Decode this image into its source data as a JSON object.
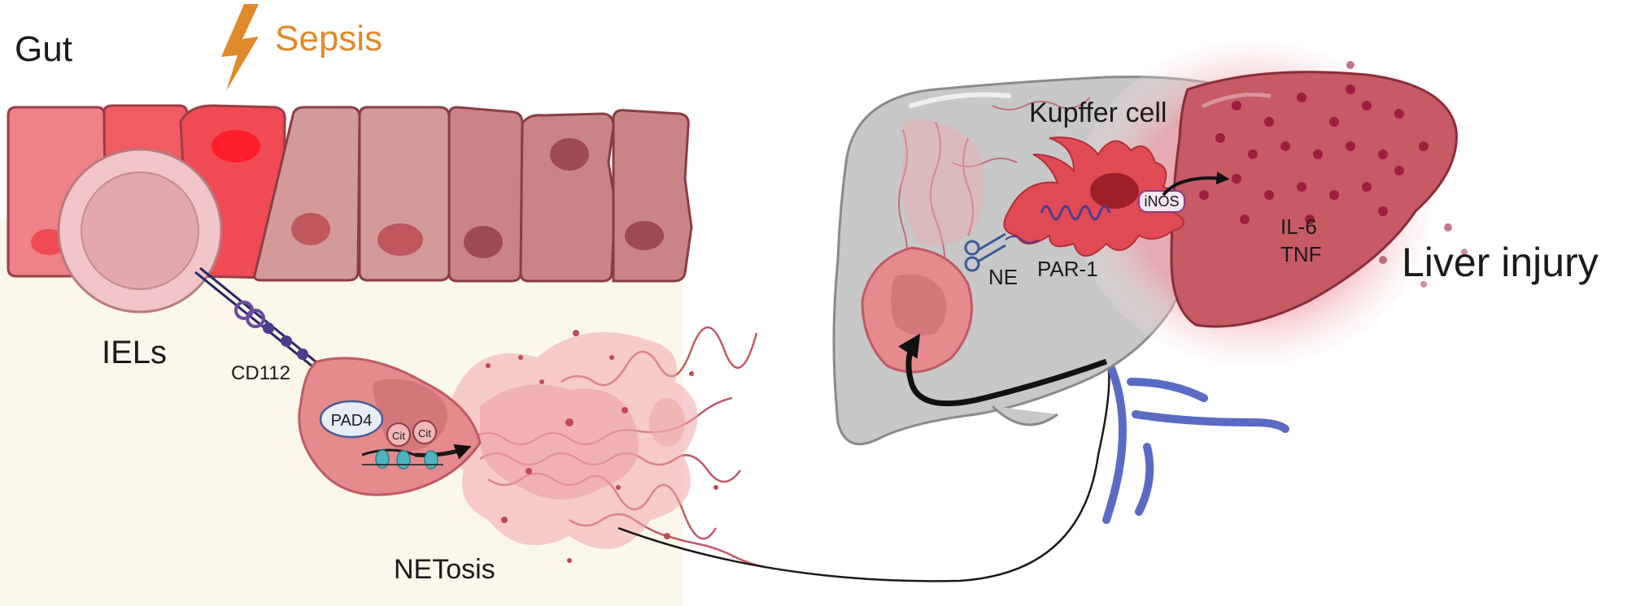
{
  "labels": {
    "gut": "Gut",
    "sepsis": "Sepsis",
    "iels": "IELs",
    "cd112": "CD112",
    "pad4": "PAD4",
    "cit_1": "Cit",
    "cit_2": "Cit",
    "netosis": "NETosis",
    "kupffer_cell": "Kupffer cell",
    "ne": "NE",
    "par1": "PAR-1",
    "inos": "iNOS",
    "il6": "IL-6",
    "tnf": "TNF",
    "liver_injury": "Liver injury"
  },
  "colors": {
    "sepsis": "#e08a2c",
    "epithelium_inflamed": "#f0505a",
    "epithelium_normal": "#c98585",
    "lamina_propria": "#fbf7ea",
    "neutrophil": "#e58b8d",
    "liver_healthy": "#c8c8c8",
    "liver_injured": "#c75a64",
    "vessel": "#5a6bc4",
    "cytokine_dot": "#9c1f3c"
  },
  "icons": [
    "lightning-bolt-icon",
    "scissors-icon",
    "arrow-icon"
  ]
}
